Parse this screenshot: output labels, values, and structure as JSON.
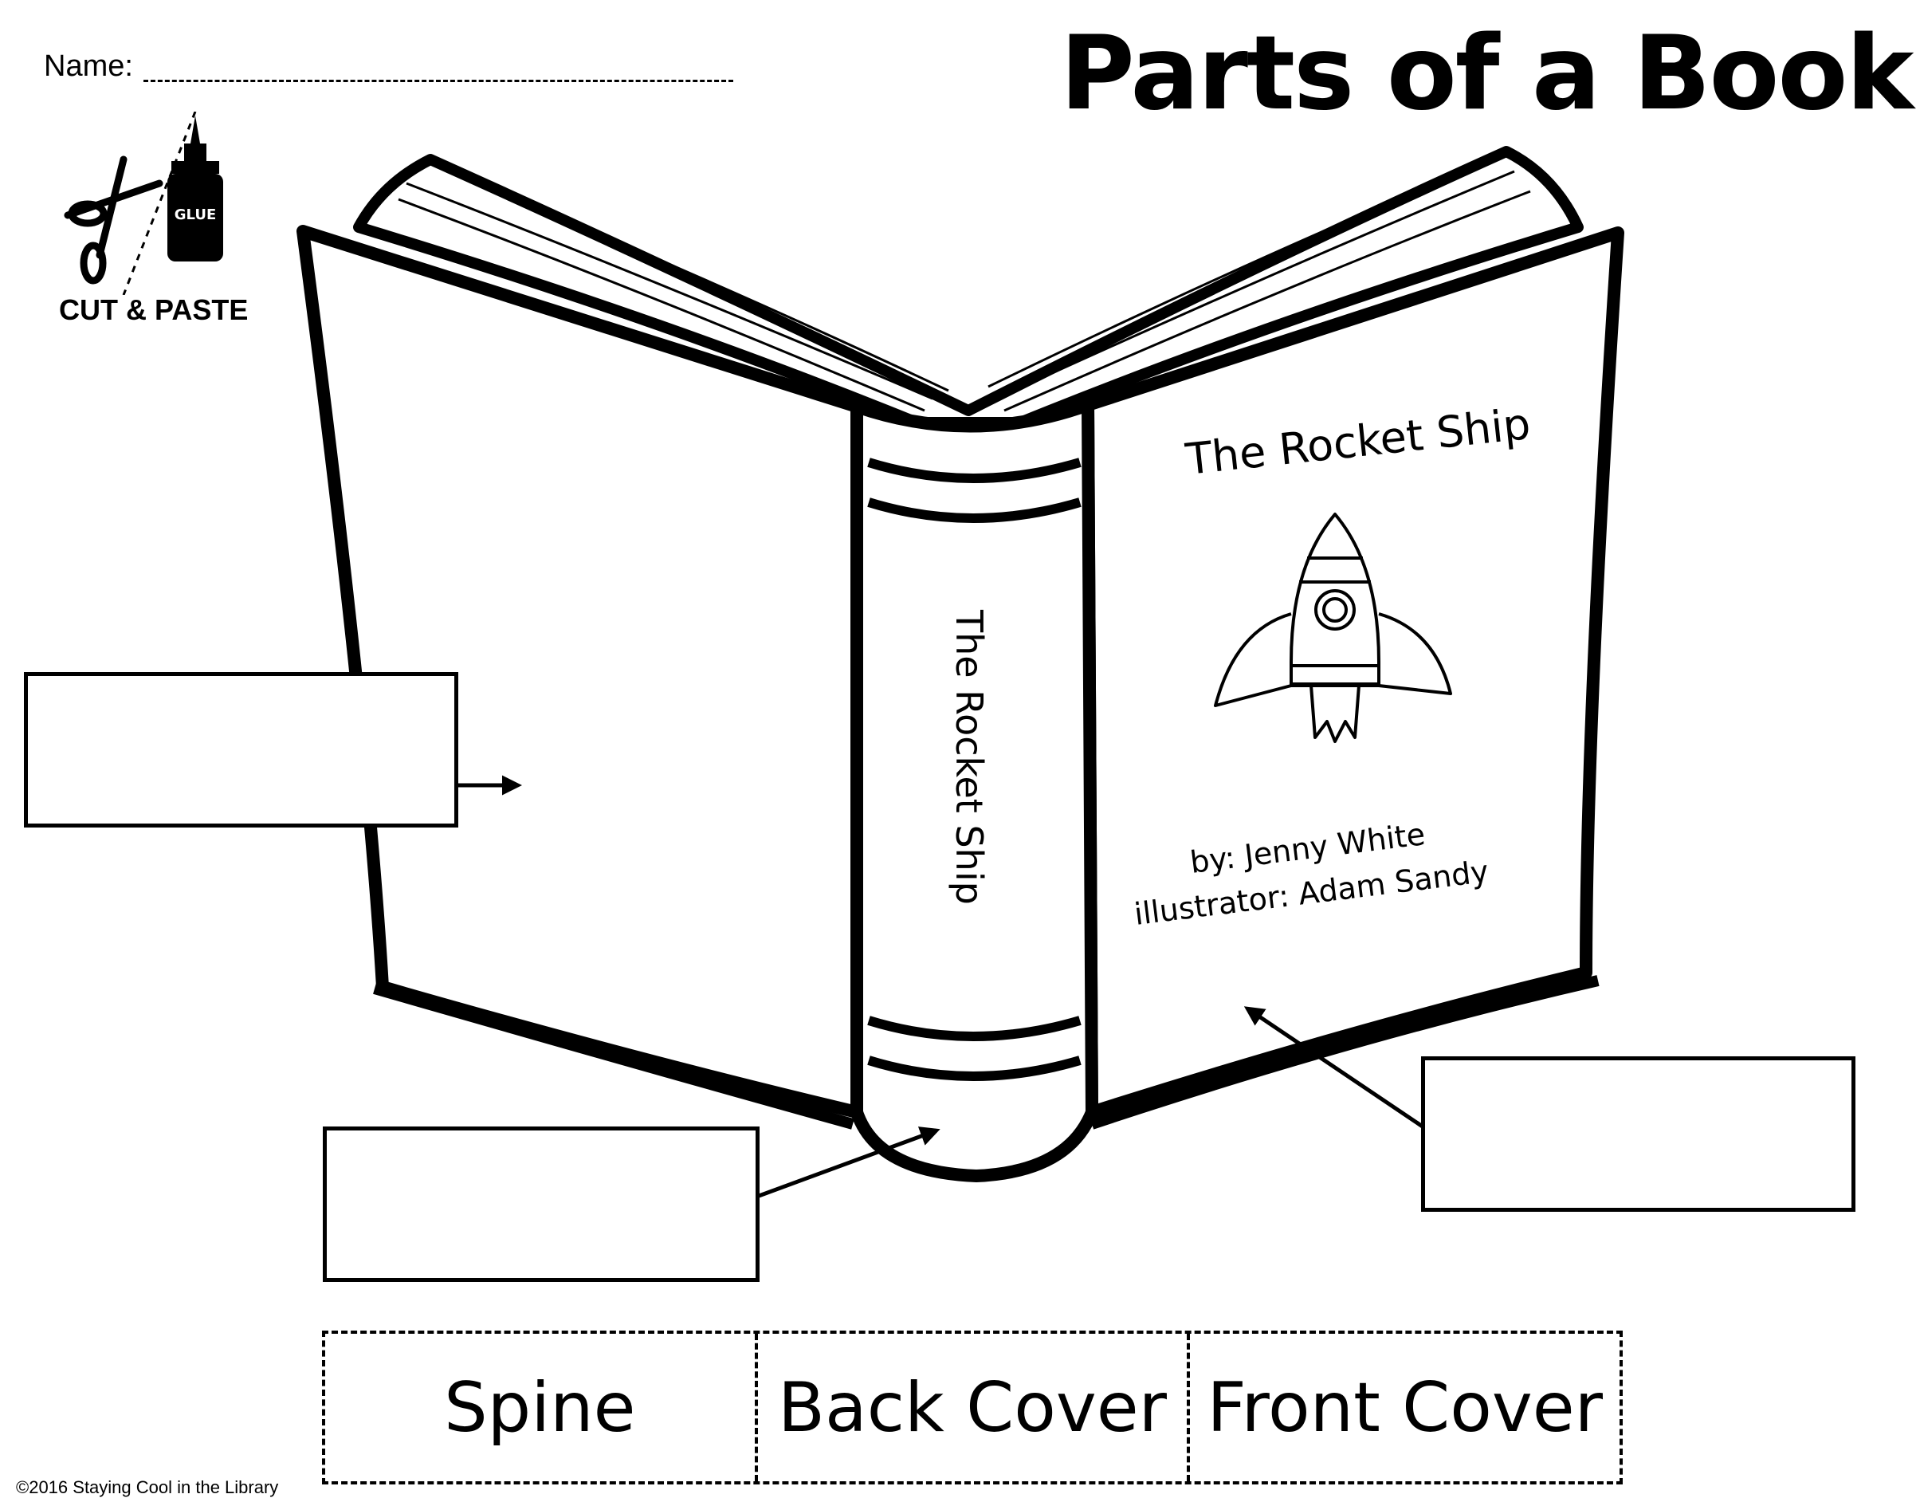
{
  "header": {
    "name_label": "Name:",
    "title": "Parts of a Book"
  },
  "instructions": {
    "glue_label": "GLUE",
    "cut_paste_label": "CUT & PASTE",
    "icons": [
      "scissors-icon",
      "glue-bottle-icon"
    ]
  },
  "book": {
    "cover_title": "The Rocket Ship",
    "spine_title": "The Rocket Ship",
    "author_line": "by:  Jenny White",
    "illustrator_line": "illustrator:  Adam Sandy",
    "illustration": "rocket-icon"
  },
  "cut_strip": {
    "words": [
      "Spine",
      "Back Cover",
      "Front Cover"
    ]
  },
  "footer": {
    "copyright": "©2016 Staying Cool in the Library"
  }
}
